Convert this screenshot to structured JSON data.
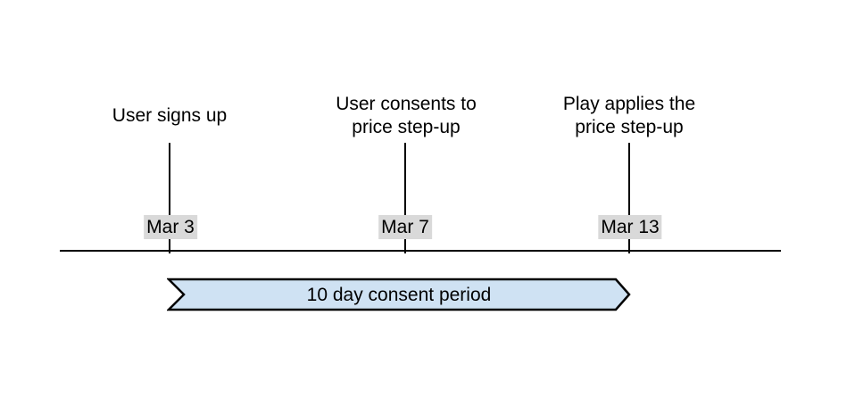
{
  "diagram": {
    "type": "timeline",
    "background_color": "#ffffff",
    "axis_color": "#000000",
    "date_label_background": "#d9d9d9",
    "events": [
      {
        "title": "User signs up",
        "date": "Mar 3"
      },
      {
        "title": "User consents to\nprice step-up",
        "date": "Mar 7"
      },
      {
        "title": "Play applies the\nprice step-up",
        "date": "Mar 13"
      }
    ],
    "banner": {
      "label": "10 day consent period",
      "fill_color": "#cfe2f3",
      "border_color": "#000000"
    }
  }
}
